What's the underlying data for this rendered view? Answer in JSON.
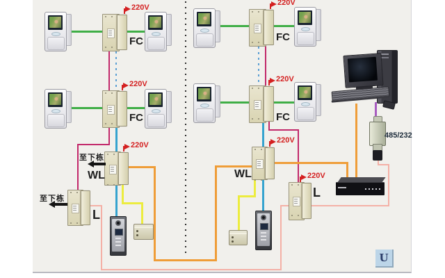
{
  "diagram": {
    "power_label": "220V",
    "to_next_building_label": "至下栋",
    "unit_labels": {
      "fc": "FC",
      "wl": "WL",
      "l": "L"
    },
    "converter_label": "485/232",
    "watermark_letter": "U",
    "wire_colors": {
      "video_green": "#3fae46",
      "bus_magenta": "#c2286a",
      "bus_cyan": "#35a3cf",
      "riser_dashed_blue": "#4d9ad0",
      "power_red": "#d42020",
      "door_yellow": "#ecec3e",
      "trunk_orange": "#ef9d38",
      "rs485_pink": "#f4b0a6",
      "serial_purple": "#a85cc0"
    }
  }
}
